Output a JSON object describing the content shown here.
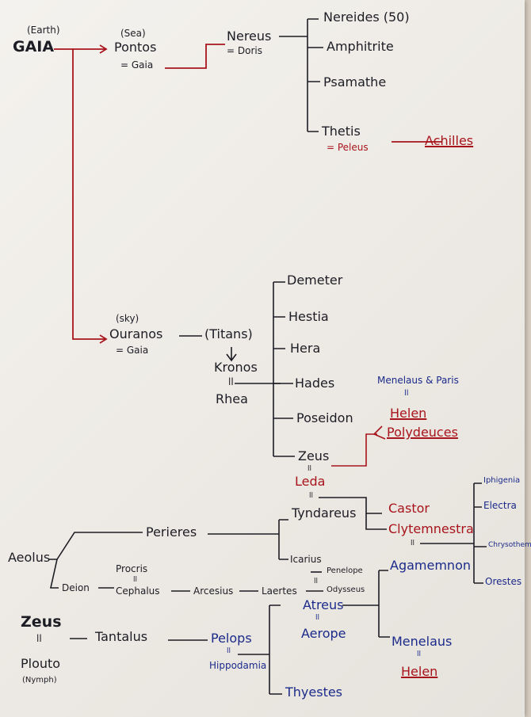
{
  "colors": {
    "black": "#1c1c24",
    "blue": "#1b2a8a",
    "red": "#a8141c"
  },
  "labels": {
    "gaia_note": "(Earth)",
    "gaia": "GAIA",
    "pontos_note": "(Sea)",
    "pontos": "Pontos",
    "pontos_spouse": "= Gaia",
    "nereus": "Nereus",
    "nereus_spouse": "= Doris",
    "nereides": "Nereides (50)",
    "amphitrite": "Amphitrite",
    "psamathe": "Psamathe",
    "thetis": "Thetis",
    "thetis_spouse": "= Peleus",
    "achilles": "Achilles",
    "ouranos_note": "(sky)",
    "ouranos": "Ouranos",
    "ouranos_spouse": "= Gaia",
    "titans": "(Titans)",
    "kronos": "Kronos",
    "kronos_marriage": "ll",
    "rhea": "Rhea",
    "demeter": "Demeter",
    "hestia": "Hestia",
    "hera": "Hera",
    "hades": "Hades",
    "poseidon": "Poseidon",
    "zeus_titan_child": "Zeus",
    "zeus_leda_marriage": "ll",
    "leda": "Leda",
    "leda_tyndareus_marriage": "ll",
    "menelaus_paris": "Menelaus & Paris",
    "helen_marriage_top": "ll",
    "helen_top": "Helen",
    "polydeuces": "Polydeuces",
    "castor": "Castor",
    "clytemnestra": "Clytemnestra",
    "clytemnestra_marriage": "ll",
    "iphigenia": "Iphigenia",
    "electra": "Electra",
    "chrysothemis": "Chrysothemis",
    "orestes": "Orestes",
    "aeolus": "Aeolus",
    "perieres": "Perieres",
    "tyndareus": "Tyndareus",
    "icarius": "Icarius",
    "penelope": "Penelope",
    "penelope_marriage": "ll",
    "odysseus": "Odysseus",
    "deion": "Deion",
    "procris": "Procris",
    "procris_marriage": "ll",
    "cephalus": "Cephalus",
    "arcesius": "Arcesius",
    "laertes": "Laertes",
    "agamemnon": "Agamemnon",
    "atreus": "Atreus",
    "atreus_marriage": "ll",
    "aerope": "Aerope",
    "menelaus": "Menelaus",
    "menelaus_marriage": "ll",
    "helen_bottom": "Helen",
    "zeus_bottom": "Zeus",
    "zeus_plouto_marriage": "ll",
    "plouto": "Plouto",
    "plouto_note": "(Nymph)",
    "tantalus": "Tantalus",
    "pelops": "Pelops",
    "pelops_marriage": "ll",
    "hippodamia": "Hippodamia",
    "thyestes": "Thyestes"
  }
}
